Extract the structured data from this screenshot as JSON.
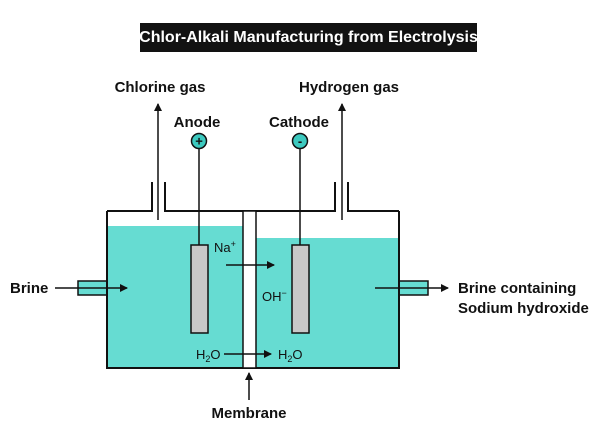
{
  "title": "Chlor-Alkali Manufacturing from Electrolysis",
  "labels": {
    "chlorine_gas": "Chlorine gas",
    "hydrogen_gas": "Hydrogen gas",
    "anode": "Anode",
    "cathode": "Cathode",
    "brine": "Brine",
    "brine_out_line1": "Brine containing",
    "brine_out_line2": "Sodium hydroxide",
    "membrane": "Membrane"
  },
  "symbols": {
    "anode_sign": "+",
    "cathode_sign": "-",
    "sodium_ion": "Na",
    "sodium_charge": "+",
    "hydroxide_ion": "OH",
    "hydroxide_charge": "−",
    "water_left_h": "H",
    "water_left_sub": "2",
    "water_left_o": "O",
    "water_right_h": "H",
    "water_right_sub": "2",
    "water_right_o": "O"
  },
  "colors": {
    "electrolyte": "#66dcd2",
    "electrode": "#c8c8c8",
    "terminal": "#3cc9bf",
    "outline": "#111111",
    "banner": "#121212"
  }
}
